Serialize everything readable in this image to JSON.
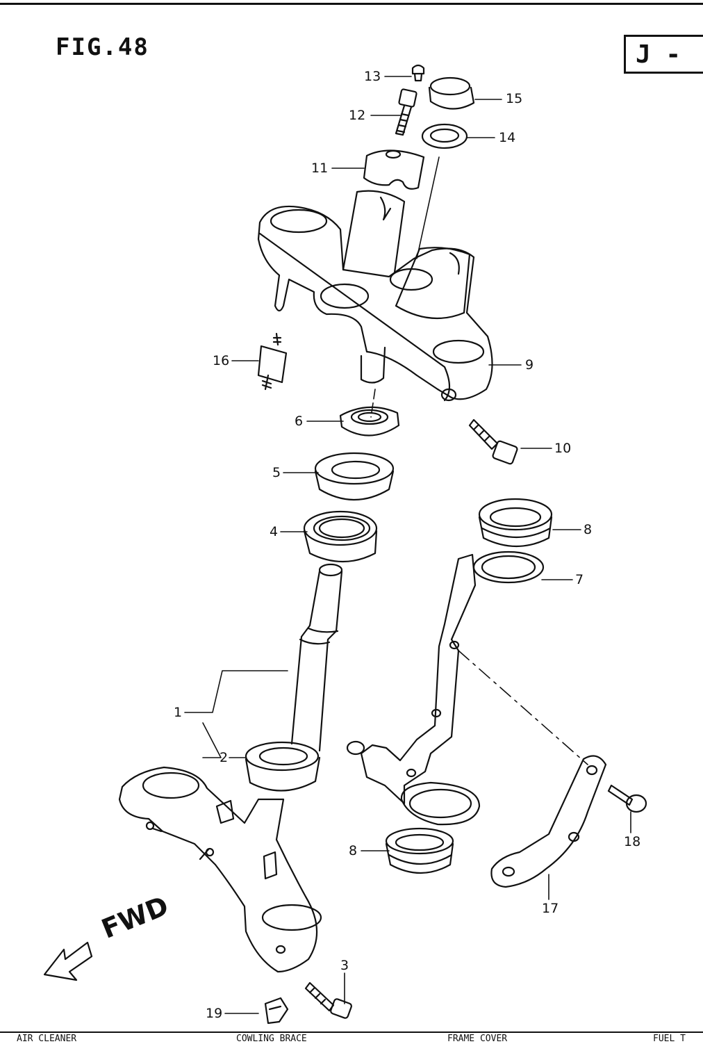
{
  "figure": {
    "title": "FIG.48",
    "section": "J -"
  },
  "direction": {
    "label": "FWD",
    "icon": "arrow-left-down-icon"
  },
  "callouts": {
    "p1": "1",
    "p2": "2",
    "p3": "3",
    "p4": "4",
    "p5": "5",
    "p6": "6",
    "p7": "7",
    "p8a": "8",
    "p8b": "8",
    "p9": "9",
    "p10": "10",
    "p11": "11",
    "p12": "12",
    "p13": "13",
    "p14": "14",
    "p15": "15",
    "p16": "16",
    "p17": "17",
    "p18": "18",
    "p19": "19"
  },
  "footer": [
    "AIR CLEANER",
    "COWLING BRACE",
    "FRAME COVER",
    "FUEL T"
  ]
}
